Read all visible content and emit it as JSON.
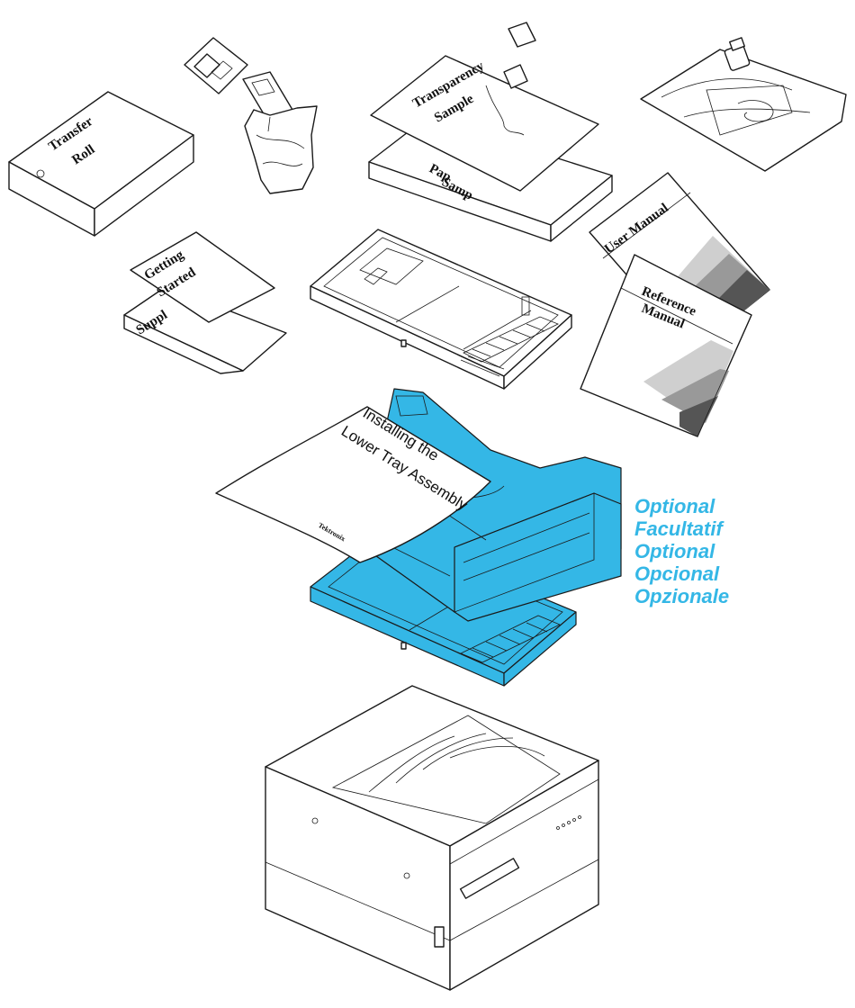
{
  "colors": {
    "accent": "#34b7e6",
    "outline": "#1a1a1a",
    "dark_band": "#555555",
    "mid_band": "#999999",
    "light_band": "#cfcfcf"
  },
  "parts": {
    "transfer_roll": {
      "line1": "Transfer",
      "line2": "Roll"
    },
    "transparency_sample": {
      "line1": "Transparency",
      "line2": "Sample"
    },
    "paper_sample": {
      "line1": "Pap",
      "line2": "Samp"
    },
    "getting_started": {
      "line1": "Getting",
      "line2": "Started"
    },
    "supplies": {
      "line1": "Suppl"
    },
    "user_manual": {
      "line1": "User Manual"
    },
    "reference_manual": {
      "line1": "Reference",
      "line2": "Manual"
    },
    "install_guide": {
      "line1": "Installing the",
      "line2": "Lower Tray Assembly",
      "brand": "Tektronix"
    }
  },
  "optional_labels": [
    "Optional",
    "Facultatif",
    "Optional",
    "Opcional",
    "Opzionale"
  ]
}
